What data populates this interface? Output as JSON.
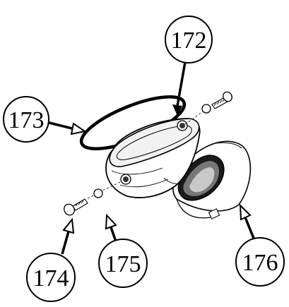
{
  "diagram": {
    "callouts": {
      "c172": "172",
      "c173": "173",
      "c174": "174",
      "c175": "175",
      "c176": "176"
    }
  }
}
